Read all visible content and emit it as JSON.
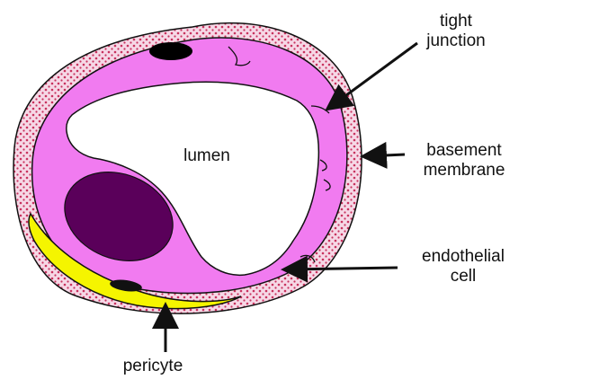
{
  "diagram": {
    "labels": {
      "tight_junction": [
        "tight",
        "junction"
      ],
      "basement_membrane": [
        "basement",
        "membrane"
      ],
      "endothelial_cell": [
        "endothelial",
        "cell"
      ],
      "lumen": "lumen",
      "pericyte": "pericyte"
    },
    "colors": {
      "basement_membrane": "#f6d8e6",
      "basement_dots": "#c8325e",
      "endothelial_cell": "#f17bf0",
      "nucleus": "#5a005a",
      "tight_junction_nucleus": "#000000",
      "pericyte": "#f5f500",
      "lumen": "#ffffff",
      "outline": "#111111"
    }
  }
}
